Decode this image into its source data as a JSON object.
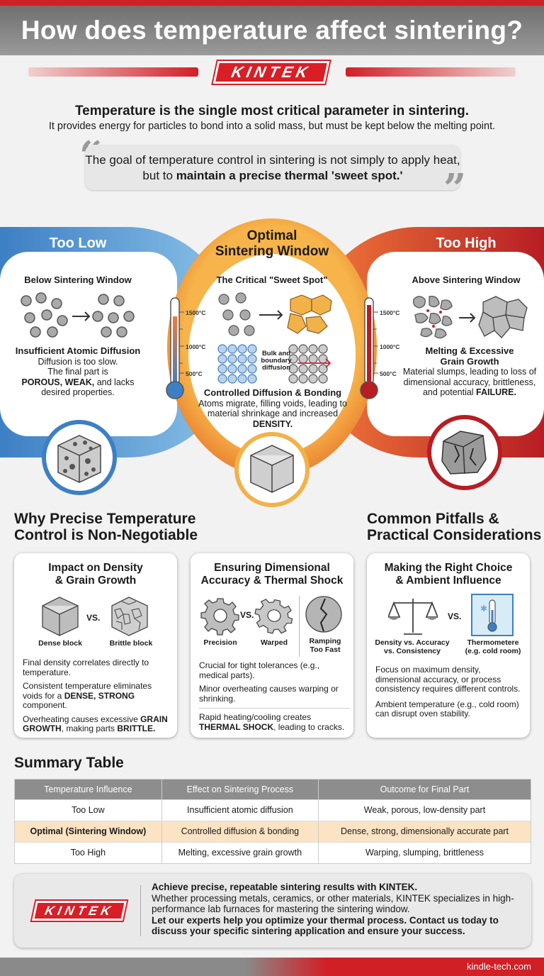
{
  "header": {
    "title": "How does temperature affect sintering?",
    "brand": "KINTEK"
  },
  "intro": {
    "headline": "Temperature is the single most critical parameter in sintering.",
    "subline": "It provides energy for particles to bond into a solid mass, but must be kept below the melting point."
  },
  "quote": {
    "text_start": "The goal of temperature control in sintering is not simply to apply heat, but to ",
    "text_bold": "maintain a precise thermal 'sweet spot.'"
  },
  "panels": {
    "low": {
      "title": "Too Low",
      "subtitle": "Below Sintering Window",
      "heading": "Insufficient Atomic Diffusion",
      "line1": "Diffusion is too slow.",
      "line2": "The final part is",
      "bold": "POROUS, WEAK,",
      "line3": " and lacks desired properties."
    },
    "optimal": {
      "title1": "Optimal",
      "title2": "Sintering Window",
      "subtitle": "The Critical \"Sweet Spot\"",
      "diagram_label1": "Bulk and",
      "diagram_label2": "boundary",
      "diagram_label3": "diffusion",
      "heading": "Controlled Diffusion & Bonding",
      "text": "Atoms migrate, filling voids, leading to material shrinkage and increased ",
      "bold": "DENSITY."
    },
    "high": {
      "title": "Too High",
      "subtitle": "Above Sintering Window",
      "heading1": "Melting & Excessive",
      "heading2": "Grain Growth",
      "text": "Material slumps, leading to loss of dimensional accuracy, brittleness, and potential ",
      "bold": "FAILURE."
    }
  },
  "thermometer": {
    "t1500": "1500°C",
    "t1000": "1000°C",
    "t500": "500°C"
  },
  "sections": {
    "left": {
      "line1": "Why Precise Temperature",
      "line2": "Control is Non-Negotiable"
    },
    "right": {
      "line1": "Common Pitfalls &",
      "line2": "Practical Considerations"
    }
  },
  "cards": {
    "density": {
      "title1": "Impact on Density",
      "title2": "& Grain Growth",
      "vs": "VS.",
      "label_a": "Dense block",
      "label_b": "Brittle block",
      "p1": "Final density correlates directly to temperature.",
      "p2a": "Consistent temperature eliminates voids for a ",
      "p2b": "DENSE, STRONG",
      "p2c": " component.",
      "p3a": "Overheating causes excessive ",
      "p3b": "GRAIN GROWTH",
      "p3c": ", making parts ",
      "p3d": "BRITTLE."
    },
    "accuracy": {
      "title1": "Ensuring Dimensional",
      "title2": "Accuracy & Thermal Shock",
      "vs": "VS.",
      "label_a": "Precision",
      "label_b": "Warped",
      "label_c1": "Ramping",
      "label_c2": "Too Fast",
      "p1": "Crucial for tight tolerances (e.g., medical parts).",
      "p2": "Minor overheating causes warping or shrinking.",
      "p3a": "Rapid heating/cooling creates ",
      "p3b": "THERMAL SHOCK",
      "p3c": ", leading to cracks."
    },
    "choice": {
      "title1": "Making the Right Choice",
      "title2": "& Ambient Influence",
      "vs": "VS.",
      "label_a1": "Density vs. Accuracy",
      "label_a2": "vs. Consistency",
      "label_b1": "Thermometere",
      "label_b2": "(e.g. cold room)",
      "p1": "Focus on maximum density, dimensional accuracy, or process consistency requires different controls.",
      "p2": "Ambient temperature (e.g., cold room) can disrupt oven stability."
    }
  },
  "summary": {
    "title": "Summary Table",
    "headers": [
      "Temperature Influence",
      "Effect on Sintering Process",
      "Outcome for Final Part"
    ],
    "rows": [
      [
        "Too Low",
        "Insufficient atomic diffusion",
        "Weak, porous, low-density part"
      ],
      [
        "Optimal (Sintering Window)",
        "Controlled diffusion & bonding",
        "Dense, strong, dimensionally accurate part"
      ],
      [
        "Too High",
        "Melting, excessive grain growth",
        "Warping, slumping, brittleness"
      ]
    ]
  },
  "footer": {
    "brand": "KINTEK",
    "headline": "Achieve precise, repeatable sintering results with KINTEK.",
    "body": "Whether processing metals, ceramics, or other materials, KINTEK specializes in high-performance lab furnaces for mastering the sintering window.",
    "cta": "Let our experts help you optimize your thermal process. Contact us today to discuss your specific sintering application and ensure your success.",
    "url": "kindle-tech.com"
  },
  "colors": {
    "red": "#d11f26",
    "blue": "#3d7fc4",
    "orange": "#f0a63a",
    "gray": "#8d8d8d"
  }
}
